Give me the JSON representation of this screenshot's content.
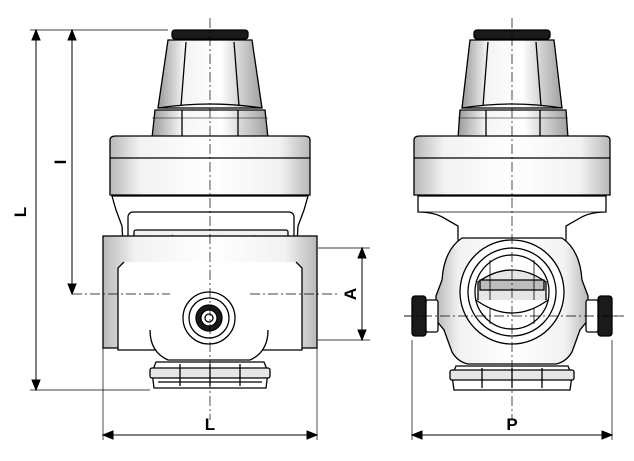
{
  "diagram": {
    "dimension_labels": {
      "overall_height": "L",
      "inner_height": "I",
      "inlet_height": "A",
      "body_length": "L",
      "side_width": "P"
    }
  },
  "colors": {
    "stroke": "#000000",
    "body_fill": "#ffffff",
    "shade_light": "#e6e6e6",
    "shade_mid": "#bdbdbd",
    "shade_dark": "#1a1a1a",
    "background": "#ffffff"
  }
}
